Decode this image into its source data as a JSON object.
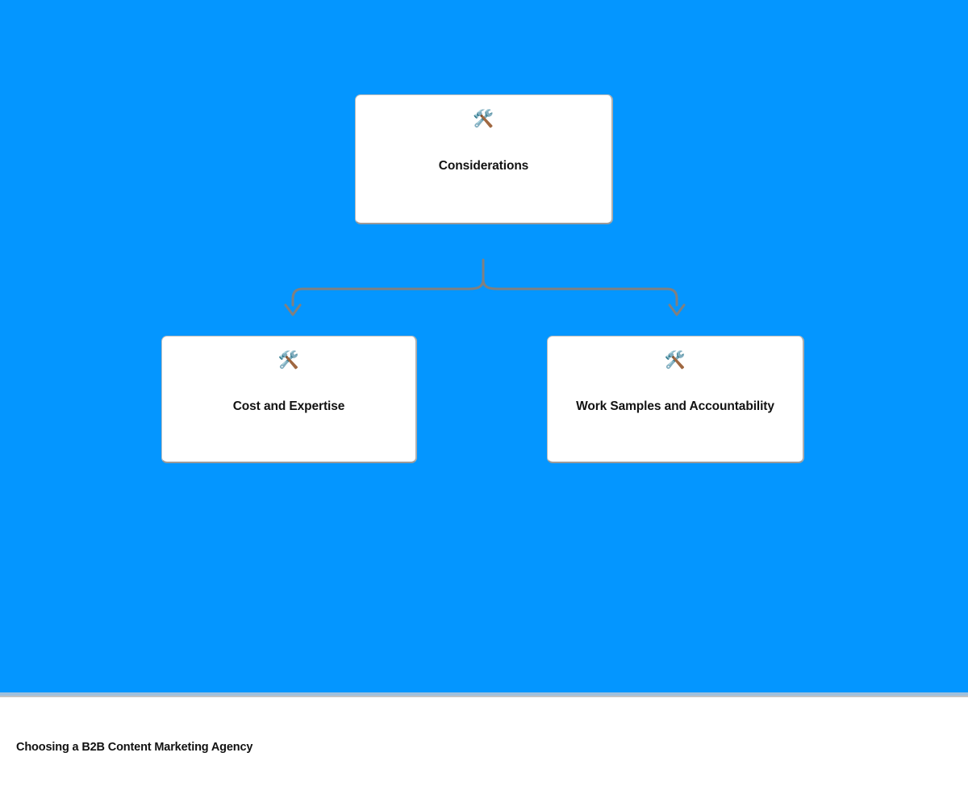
{
  "canvas": {
    "background_color": "#0496ff",
    "divider_color": "#9fc0dd"
  },
  "diagram": {
    "type": "tree",
    "connector_color": "#808080",
    "root": {
      "icon": "hammer-and-wrench-emoji",
      "icon_glyph": "🛠️",
      "label": "Considerations"
    },
    "children": [
      {
        "icon": "hammer-and-wrench-emoji",
        "icon_glyph": "🛠️",
        "label": "Cost and Expertise"
      },
      {
        "icon": "hammer-and-wrench-emoji",
        "icon_glyph": "🛠️",
        "label": "Work Samples and Accountability"
      }
    ]
  },
  "footer": {
    "caption": "Choosing a B2B Content Marketing Agency"
  }
}
